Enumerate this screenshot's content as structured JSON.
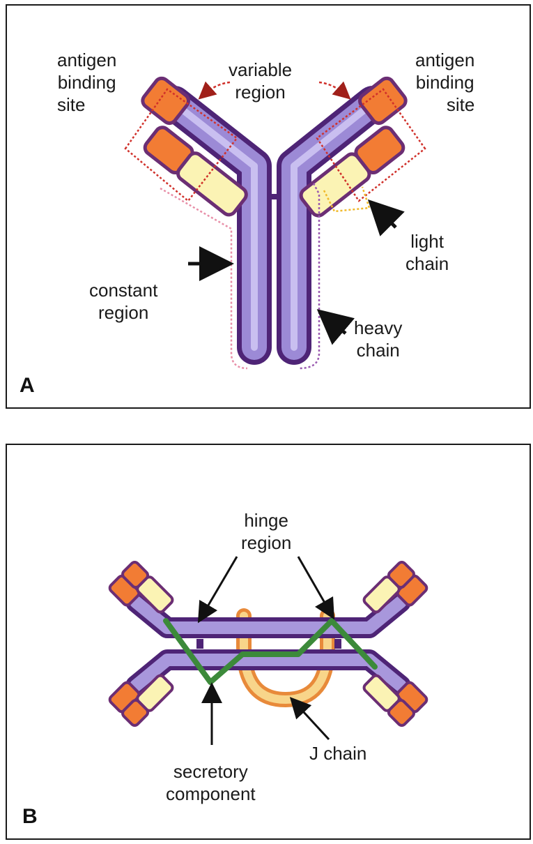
{
  "panel_a": {
    "letter": "A",
    "labels": {
      "antigen_left_1": "antigen",
      "antigen_left_2": "binding",
      "antigen_left_3": "site",
      "variable_1": "variable",
      "variable_2": "region",
      "antigen_right_1": "antigen",
      "antigen_right_2": "binding",
      "antigen_right_3": "site",
      "light_1": "light",
      "light_2": "chain",
      "constant_1": "constant",
      "constant_2": "region",
      "heavy_1": "heavy",
      "heavy_2": "chain"
    }
  },
  "panel_b": {
    "letter": "B",
    "labels": {
      "hinge_1": "hinge",
      "hinge_2": "region",
      "secretory_1": "secretory",
      "secretory_2": "component",
      "jchain": "J chain"
    }
  },
  "colors": {
    "heavy_chain": "#8a6fc2",
    "heavy_chain_dark": "#5a2f86",
    "light_chain": "#fbf3b4",
    "variable_tip": "#f27c34",
    "outline_red": "#d0302a",
    "outline_pink": "#e88fa8",
    "outline_purple": "#9a5ab0",
    "outline_yellow": "#f0b92a",
    "secretory_component": "#3c8a3a",
    "j_chain": "#f8b94e"
  }
}
